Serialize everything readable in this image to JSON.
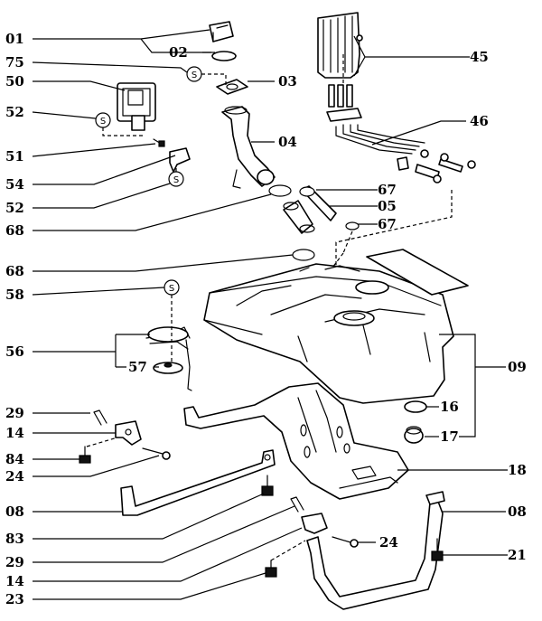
{
  "labels": {
    "p01": "01",
    "p02": "02",
    "p75": "75",
    "p03": "03",
    "p50": "50",
    "p04": "04",
    "p52a": "52",
    "p51": "51",
    "p54": "54",
    "p52b": "52",
    "p68a": "68",
    "p68b": "68",
    "p58": "58",
    "p56": "56",
    "p57": "57",
    "p29a": "29",
    "p14a": "14",
    "p84": "84",
    "p24a": "24",
    "p08a": "08",
    "p83": "83",
    "p29b": "29",
    "p14b": "14",
    "p23": "23",
    "p45": "45",
    "p46": "46",
    "p67a": "67",
    "p05": "05",
    "p67b": "67",
    "p09": "09",
    "p16": "16",
    "p17": "17",
    "p18": "18",
    "p08b": "08",
    "p24b": "24",
    "p21": "21"
  },
  "symbols": {
    "s": "S"
  }
}
